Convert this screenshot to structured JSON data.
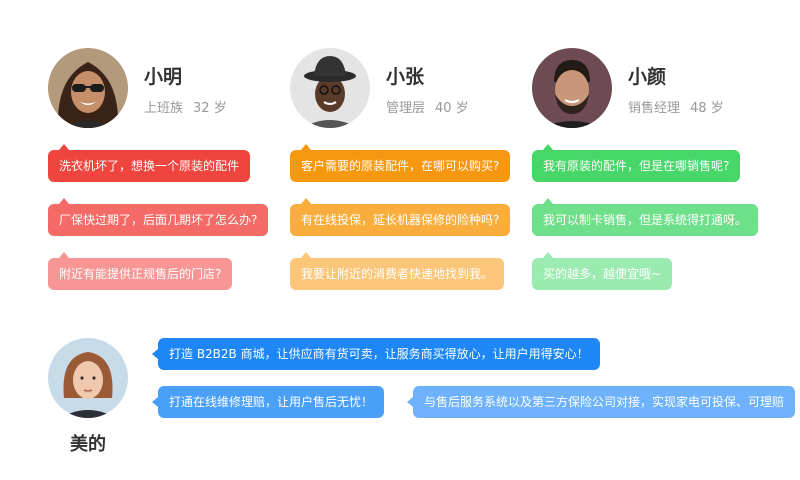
{
  "colors": {
    "red": [
      "#f0453f",
      "#f36a66",
      "#f79694"
    ],
    "orange": [
      "#f5970f",
      "#f8ad3d",
      "#fbc67a"
    ],
    "green": [
      "#46d768",
      "#6fe08a",
      "#9bebb0"
    ],
    "blue": [
      "#1e86f5",
      "#4a9ff7",
      "#6db2fa"
    ]
  },
  "personas": [
    {
      "name": "小明",
      "role": "上班族",
      "age": "32 岁",
      "avatar_icon": "woman-with-sunglasses-avatar",
      "messages": [
        "洗衣机坏了，想换一个原装的配件",
        "厂保快过期了，后面几期坏了怎么办?",
        "附近有能提供正规售后的门店?"
      ]
    },
    {
      "name": "小张",
      "role": "管理层",
      "age": "40 岁",
      "avatar_icon": "man-with-hat-avatar",
      "messages": [
        "客户需要的原装配件，在哪可以购买?",
        "有在线投保，延长机器保修的险种吗?",
        "我要让附近的消费者快速地找到我。"
      ]
    },
    {
      "name": "小颜",
      "role": "销售经理",
      "age": "48 岁",
      "avatar_icon": "bearded-man-avatar",
      "messages": [
        "我有原装的配件，但是在哪销售呢?",
        "我可以制卡销售，但是系统得打通呀。",
        "买的越多，越便宜哦~"
      ]
    }
  ],
  "brand": {
    "name": "美的",
    "avatar_icon": "woman-portrait-avatar",
    "messages": [
      "打造 B2B2B 商城，让供应商有货可卖，让服务商买得放心，让用户用得安心！",
      "打通在线维修理赔，让用户售后无忧！",
      "与售后服务系统以及第三方保险公司对接，实现家电可投保、可理赔"
    ]
  }
}
